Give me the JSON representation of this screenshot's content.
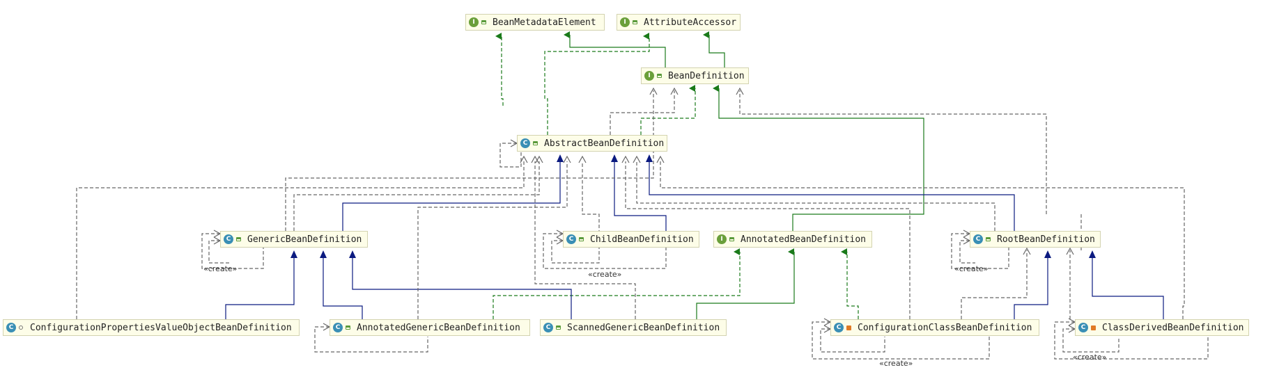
{
  "diagram": {
    "nodes": [
      {
        "id": "bme",
        "label": "BeanMetadataElement",
        "kind": "I",
        "vis": "pub"
      },
      {
        "id": "aa",
        "label": "AttributeAccessor",
        "kind": "I",
        "vis": "pub"
      },
      {
        "id": "bd",
        "label": "BeanDefinition",
        "kind": "I",
        "vis": "pub"
      },
      {
        "id": "abd",
        "label": "AbstractBeanDefinition",
        "kind": "C",
        "vis": "pub"
      },
      {
        "id": "gbd",
        "label": "GenericBeanDefinition",
        "kind": "C",
        "vis": "pub"
      },
      {
        "id": "cbd",
        "label": "ChildBeanDefinition",
        "kind": "C",
        "vis": "pub"
      },
      {
        "id": "anbd",
        "label": "AnnotatedBeanDefinition",
        "kind": "I",
        "vis": "pub"
      },
      {
        "id": "rbd",
        "label": "RootBeanDefinition",
        "kind": "C",
        "vis": "pub"
      },
      {
        "id": "cpvo",
        "label": "ConfigurationPropertiesValueObjectBeanDefinition",
        "kind": "C",
        "vis": "pkg"
      },
      {
        "id": "agbd",
        "label": "AnnotatedGenericBeanDefinition",
        "kind": "C",
        "vis": "pub"
      },
      {
        "id": "sgbd",
        "label": "ScannedGenericBeanDefinition",
        "kind": "C",
        "vis": "pub"
      },
      {
        "id": "ccbd",
        "label": "ConfigurationClassBeanDefinition",
        "kind": "C",
        "vis": "prv"
      },
      {
        "id": "cdbd",
        "label": "ClassDerivedBeanDefinition",
        "kind": "C",
        "vis": "prv"
      }
    ],
    "create_labels": [
      "«create»",
      "«create»",
      "«create»",
      "«create»",
      "«create»"
    ],
    "colors": {
      "implements": "#1a7a1a",
      "extends": "#0b1a80",
      "dependency": "#666666",
      "node_fill": "#fdfde8",
      "node_border": "#d3d3b0"
    }
  }
}
